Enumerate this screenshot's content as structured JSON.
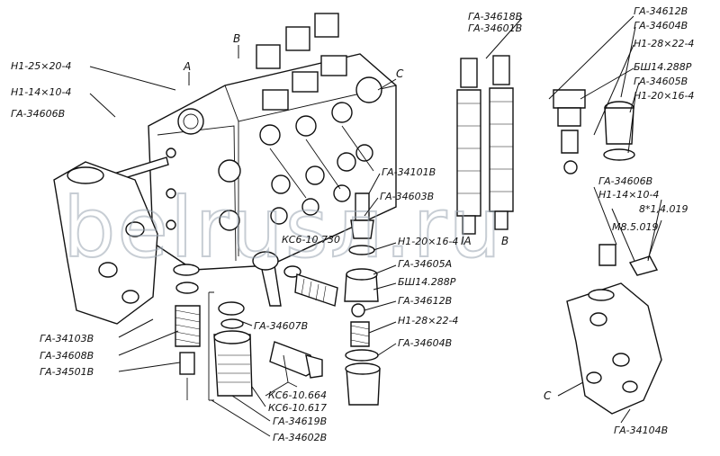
{
  "watermark": "belrusл.ru",
  "labels": {
    "n1_25_20_4": "Н1-25×20-4",
    "n1_14_10_4_left": "Н1-14×10-4",
    "ga_34606b_left": "ГА-34606В",
    "a": "А",
    "b": "В",
    "c_top": "С",
    "ga_34618b": "ГА-34618В",
    "ga_34601b": "ГА-34601В",
    "ga_34612b_top": "ГА-34612В",
    "ga_34604b_top": "ГА-34604В",
    "n1_28_22_4_top": "Н1-28×22-4",
    "b3_14_288p_top": "БШ14.288Р",
    "ga_34605b": "ГА-34605В",
    "n1_20_16_4_top": "Н1-20×16-4",
    "ga_34101b": "ГА-34101В",
    "ga_34603b": "ГА-34603В",
    "ks6_10_730": "КС6-10.730",
    "n1_20_16_4_mid": "Н1-20×16-4",
    "ga_34605a": "ГА-34605А",
    "b3_14_288p_mid": "БШ14.288Р",
    "ga_34612b_mid": "ГА-34612В",
    "n1_28_22_4_mid": "Н1-28×22-4",
    "ga_34604b_mid": "ГА-34604В",
    "ga_34606b_right": "ГА-34606В",
    "n1_14_10_4_right": "Н1-14×10-4",
    "washer_8_1_4_019": "8*1,4.019",
    "m8_5_019": "М8.5.019",
    "ia": "IА",
    "ib": "В",
    "ga_34103b": "ГА-34103В",
    "ga_34608b": "ГА-34608В",
    "ga_34501b": "ГА-34501В",
    "ga_34607b": "ГА-34607В",
    "ks6_10_664": "КС6-10.664",
    "ks6_10_617": "КС6-10.617",
    "ga_34619b": "ГА-34619В",
    "ga_34602b": "ГА-34602В",
    "c_bottom": "С",
    "ga_34104b": "ГА-34104В"
  }
}
